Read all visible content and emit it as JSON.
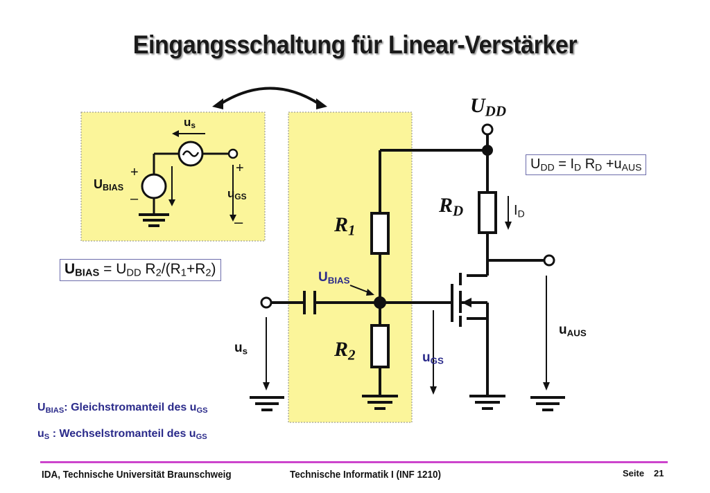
{
  "title": "Eingangsschaltung für Linear-Verstärker",
  "labels": {
    "udd_main": "U",
    "udd_main_sub": "DD",
    "rd": "R",
    "rd_sub": "D",
    "r1": "R",
    "r1_sub": "1",
    "r2": "R",
    "r2_sub": "2",
    "id": "I",
    "id_sub": "D",
    "ubias_center": "U",
    "ubias_center_sub": "BIAS",
    "us_left": "u",
    "us_left_sub": "s",
    "ugs_center": "u",
    "ugs_center_sub": "GS",
    "uaus": "u",
    "uaus_sub": "AUS",
    "inset_us": "u",
    "inset_us_sub": "s",
    "inset_ubias": "U",
    "inset_ubias_sub": "BIAS",
    "inset_ugs": "u",
    "inset_ugs_sub": "GS",
    "plus": "+",
    "minus": "–"
  },
  "equations": {
    "udd": [
      "U",
      "DD",
      " = I",
      "D",
      "  R",
      "D",
      " +u",
      "AUS"
    ],
    "ubias": [
      "U",
      "BIAS",
      " = U",
      "DD",
      "  R",
      "2",
      "/(R",
      "1",
      "+R",
      "2",
      ")"
    ]
  },
  "notes": {
    "n1": [
      "U",
      "BIAS",
      ": Gleichstromanteil des u",
      "GS"
    ],
    "n2": [
      "u",
      "S",
      " : Wechselstromanteil des u",
      "GS"
    ]
  },
  "footer": {
    "left": "IDA, Technische Universität Braunschweig",
    "center": "Technische Informatik I (INF 1210)",
    "page_label": "Seite",
    "page_number": "21"
  },
  "colors": {
    "highlight_fill": "#fbf59a",
    "note_text": "#2a2a8a",
    "footer_rule": "#cc44cc"
  }
}
